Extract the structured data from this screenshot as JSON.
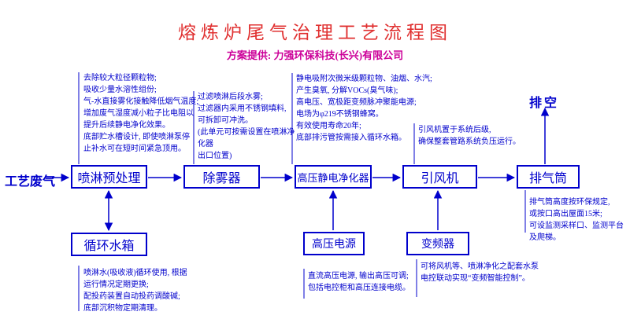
{
  "title": "熔炼炉尾气治理工艺流程图",
  "subtitle": "方案提供: 力强环保科技(长兴)有限公司",
  "colors": {
    "accent": "#0000cc",
    "title-color": "#e03030",
    "subtitle-color": "#cc0099"
  },
  "flow": {
    "inlet_label": "工艺废气",
    "outlet_label": "排空"
  },
  "boxes": {
    "spray": "喷淋预处理",
    "demister": "除雾器",
    "esp": "高压静电净化器",
    "fan": "引风机",
    "stack": "排气筒",
    "tank": "循环水箱",
    "hv": "高压电源",
    "vfd": "变频器"
  },
  "notes": {
    "spray": "去除较大粒径颗粒物;\n吸收少量水溶性组份;\n气-水直接雾化接触降低烟气温度;\n增加废气湿度减小粒子比电阻以\n提升后续静电净化效果。\n底部贮水槽设计, 即使喷淋泵停\n止补水可在短时间紧急顶用。",
    "demister": "过滤喷淋后段水雾;\n过滤器内采用不锈钢填料,\n可拆卸可冲洗。\n(此单元可按需设置在喷淋净化器\n出口位置)",
    "esp": "静电吸附次微米级颗粒物、油烟、水汽;\n产生臭氧, 分解VOCs(臭气味);\n高电压、宽极距变频脉冲聚能电源;\n电场为φ219不锈钢蜂窝。\n有效使用寿命20年;\n底部排污管按需接入循环水箱。",
    "fan": "引风机置于系统后级,\n确保整套管路系统负压运行。",
    "stack": "排气筒高度按环保规定,\n或按口高出屋面15米;\n可设监测采样口、监测平台及爬梯。",
    "tank": "喷淋水(吸收液)循环使用, 根据\n运行情况定期更换;\n配投药装置自动投药调酸碱;\n底部沉积物定期清理。",
    "hv": "直流高压电源, 输出高压可调;\n包括电控柜和高压连接电缆。",
    "vfd": "可将风机等、喷淋净化之配套水泵\n电控联动实现“变频智能控制”。"
  }
}
